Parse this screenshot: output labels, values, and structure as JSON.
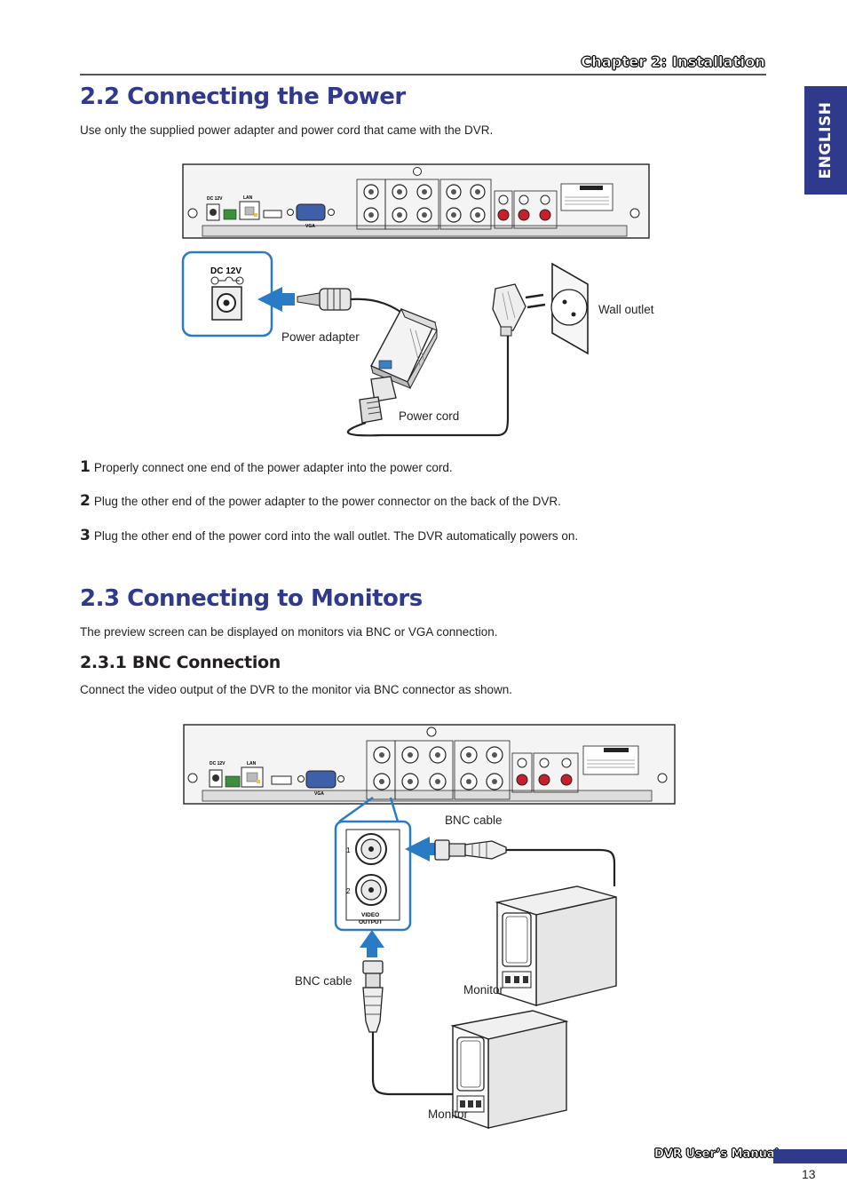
{
  "header": {
    "chapter": "Chapter 2: Installation",
    "language_tab": "ENGLISH"
  },
  "section_power": {
    "title": "2.2 Connecting the Power",
    "intro": "Use only the supplied power adapter and power cord that came with the DVR.",
    "figure": {
      "callout_label": "DC 12V",
      "panel_dc_label": "DC 12V",
      "panel_lan_label": "LAN",
      "panel_vga_label": "VGA",
      "label_power_adapter": "Power adapter",
      "label_power_cord": "Power cord",
      "label_wall_outlet": "Wall outlet"
    },
    "steps": [
      {
        "number": "1",
        "text": "Properly connect one end of the power adapter into the power cord."
      },
      {
        "number": "2",
        "text": "Plug the other end of the power adapter to the power connector on the back of the DVR."
      },
      {
        "number": "3",
        "text": "Plug the other end of the power cord into the wall outlet. The DVR automatically powers on."
      }
    ]
  },
  "section_monitors": {
    "title": "2.3 Connecting to Monitors",
    "intro": "The preview screen can be displayed on monitors via BNC or VGA connection.",
    "subsection": {
      "title": "2.3.1 BNC Connection",
      "intro": "Connect the video output of the DVR to the monitor via BNC connector as shown."
    },
    "figure": {
      "panel_dc_label": "DC 12V",
      "panel_lan_label": "LAN",
      "panel_vga_label": "VGA",
      "callout_port_1": "1",
      "callout_port_2": "2",
      "callout_video": "VIDEO",
      "callout_output": "OUTPUT",
      "label_bnc_cable_top": "BNC cable",
      "label_bnc_cable_left": "BNC cable",
      "label_monitor_right": "Monitor",
      "label_monitor_bottom": "Monitor"
    }
  },
  "footer": {
    "manual_title": "DVR User’s Manual",
    "page_number": "13"
  },
  "colors": {
    "accent": "#2f3a8d",
    "callout_blue": "#2a7bc6",
    "text": "#231f20"
  }
}
